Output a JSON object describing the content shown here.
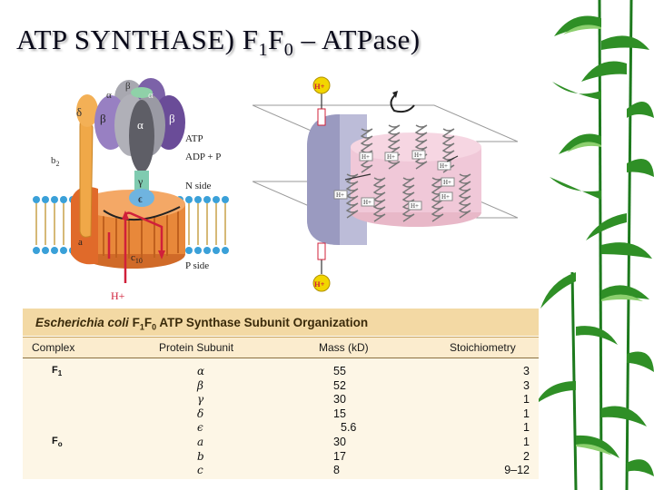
{
  "slide": {
    "title_prefix": "ATP  SYNTHASE)",
    "title_F": "F",
    "title_sub1": "1",
    "title_F0": "F",
    "title_sub0": "0",
    "title_suffix": " – ATPase)"
  },
  "motor_figure": {
    "labels": {
      "alpha1": "α",
      "beta1": "β",
      "alpha2": "α",
      "delta": "δ",
      "beta2": "β",
      "alpha3": "α",
      "beta3": "β",
      "b2_base": "b",
      "b2_sub": "2",
      "gamma": "γ",
      "epsilon": "ϵ",
      "a": "a",
      "c10_base": "c",
      "c10_sub": "10",
      "atp": "ATP",
      "adp": "ADP + P",
      "n_side": "N side",
      "p_side": "P side",
      "h_plus": "H+"
    }
  },
  "rotor_figure": {
    "labels": {
      "h_top": "H+",
      "h_bottom": "H+",
      "h_inner": "H+"
    }
  },
  "table": {
    "title_italic": "Escherichia  coli",
    "title_rest_F": " F",
    "title_sub1": "1",
    "title_F0": "F",
    "title_sub0": "0",
    "title_rest": " ATP Synthase Subunit Organization",
    "headers": [
      "Complex",
      "Protein Subunit",
      "Mass (kD)",
      "Stoichiometry"
    ],
    "groups": [
      {
        "name": "F",
        "sub": "1",
        "row": 0
      },
      {
        "name": "F",
        "sub": "o",
        "row": 5
      }
    ],
    "rows": [
      {
        "subunit": "α",
        "mass": "55",
        "stoich": "3"
      },
      {
        "subunit": "β",
        "mass": "52",
        "stoich": "3"
      },
      {
        "subunit": "γ",
        "mass": "30",
        "stoich": "1"
      },
      {
        "subunit": "δ",
        "mass": "15",
        "stoich": "1"
      },
      {
        "subunit": "ϵ",
        "mass": "5.6",
        "stoich": "1"
      },
      {
        "subunit": "a",
        "mass": "30",
        "stoich": "1"
      },
      {
        "subunit": "b",
        "mass": "17",
        "stoich": "2"
      },
      {
        "subunit": "c",
        "mass": "8",
        "stoich": "9–12"
      }
    ]
  },
  "colors": {
    "title_text": "#0a0a1a",
    "table_header_bg": "#f3d9a4",
    "table_body_bg": "#fdf6e6",
    "bamboo_green": "#1d7a1d",
    "proton_red": "#d0203a",
    "c_ring_orange": "#e8883a",
    "headpiece_purple": "#6a4c98"
  }
}
